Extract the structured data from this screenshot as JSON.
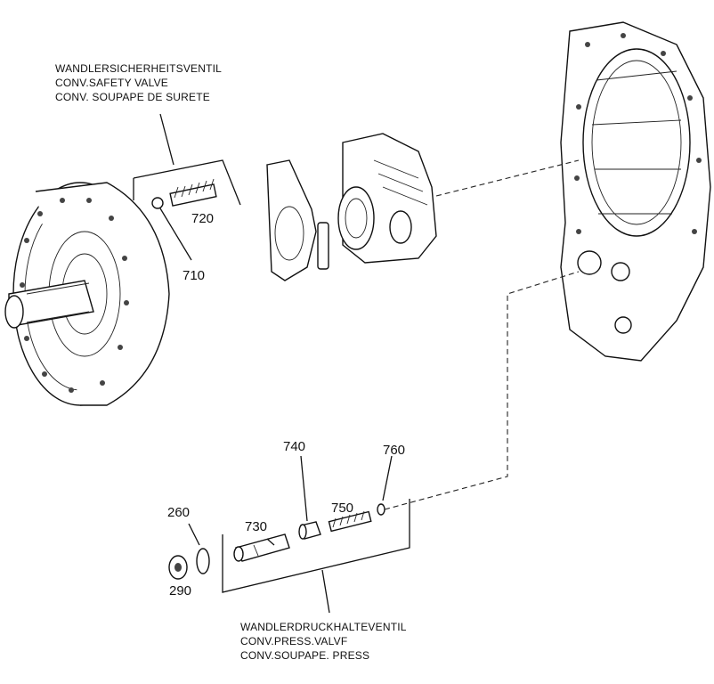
{
  "callouts": {
    "safety_valve": {
      "line1": "WANDLERSICHERHEITSVENTIL",
      "line2": "CONV.SAFETY VALVE",
      "line3": "CONV. SOUPAPE DE SURETE"
    },
    "press_valve": {
      "line1": "WANDLERDRUCKHALTEVENTIL",
      "line2": "CONV.PRESS.VALVF",
      "line3": "CONV.SOUPAPE. PRESS"
    }
  },
  "part_numbers": {
    "p720": "720",
    "p710": "710",
    "p740": "740",
    "p760": "760",
    "p750": "750",
    "p730": "730",
    "p260": "260",
    "p290": "290"
  }
}
